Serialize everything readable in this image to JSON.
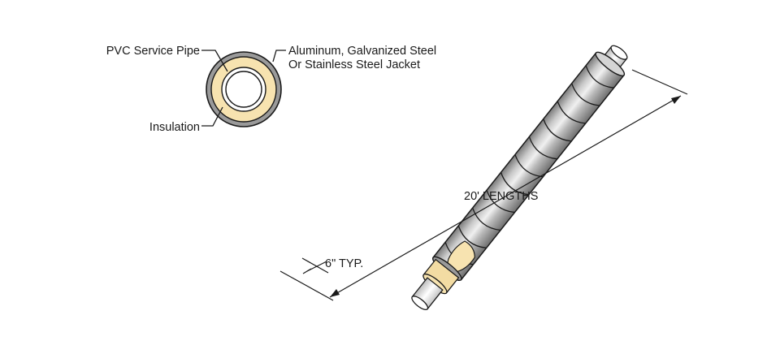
{
  "diagram": {
    "subject": "pre-insulated pipe",
    "cross_section_labels": {
      "service_pipe": "PVC Service Pipe",
      "jacket_line1": "Aluminum, Galvanized Steel",
      "jacket_line2": "Or Stainless Steel Jacket",
      "insulation": "Insulation"
    },
    "dimensions": {
      "length": "20' LENGTHS",
      "cutback": "6\" TYP."
    },
    "colors": {
      "insulation": "#f7e3b0",
      "jacket_light": "#e2e2e2",
      "jacket_dark": "#8f8f8f",
      "outline": "#1a1a1a"
    }
  }
}
